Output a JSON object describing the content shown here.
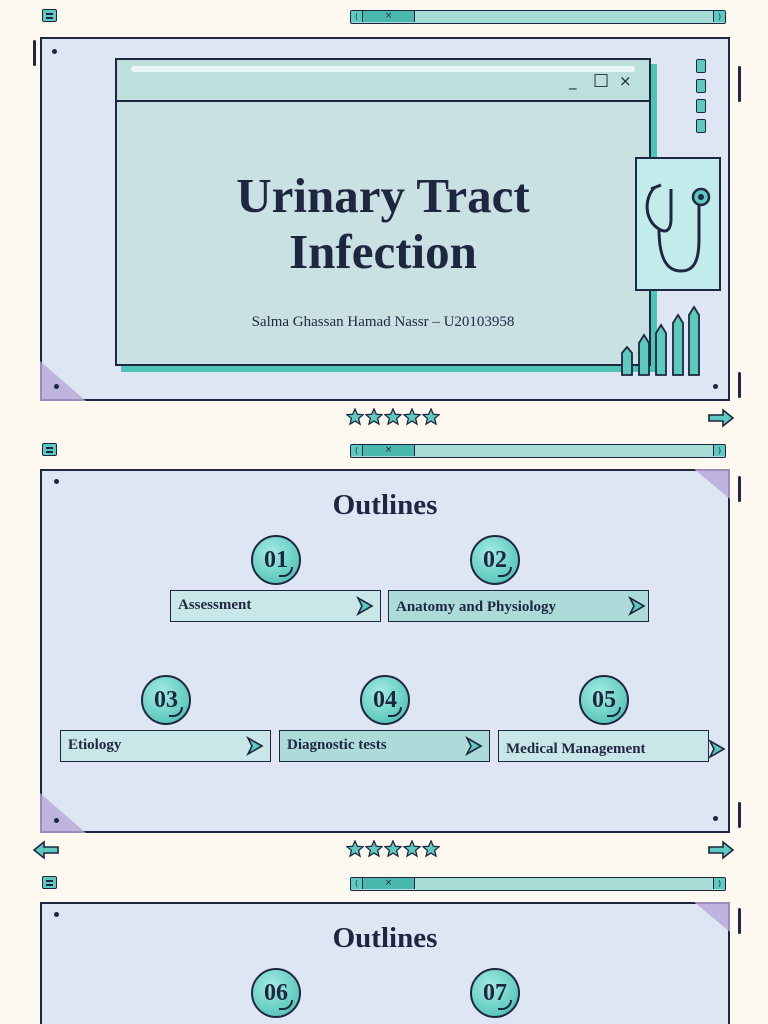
{
  "slides": [
    {
      "type": "title",
      "title": "Urinary Tract Infection",
      "subtitle": "Salma Ghassan Hamad Nassr – U20103958",
      "window_controls": {
        "minimize": "_",
        "maximize": "□",
        "close": "×"
      },
      "scrollbar": {
        "left": "(",
        "thumb": "×",
        "right": ")"
      }
    },
    {
      "type": "outline",
      "title": "Outlines",
      "scrollbar": {
        "left": "(",
        "thumb": "×",
        "right": ")"
      },
      "items": [
        {
          "number": "01",
          "label": "Assessment"
        },
        {
          "number": "02",
          "label": "Anatomy and Physiology"
        },
        {
          "number": "03",
          "label": "Etiology"
        },
        {
          "number": "04",
          "label": "Diagnostic tests"
        },
        {
          "number": "05",
          "label": "Medical Management"
        }
      ]
    },
    {
      "type": "outline",
      "title": "Outlines",
      "scrollbar": {
        "left": "(",
        "thumb": "×",
        "right": ")"
      },
      "items": [
        {
          "number": "06",
          "label": ""
        },
        {
          "number": "07",
          "label": ""
        }
      ]
    }
  ],
  "colors": {
    "accent": "#5ec9bd",
    "navy": "#1f2740",
    "slide_bg": "#dde6f2",
    "page_bg": "#fdf8f0",
    "corner": "#b8a8d8"
  },
  "icons": [
    "document-icon",
    "star-icon",
    "next-arrow-icon",
    "prev-arrow-icon",
    "stethoscope-icon",
    "chevron-right-icon"
  ]
}
